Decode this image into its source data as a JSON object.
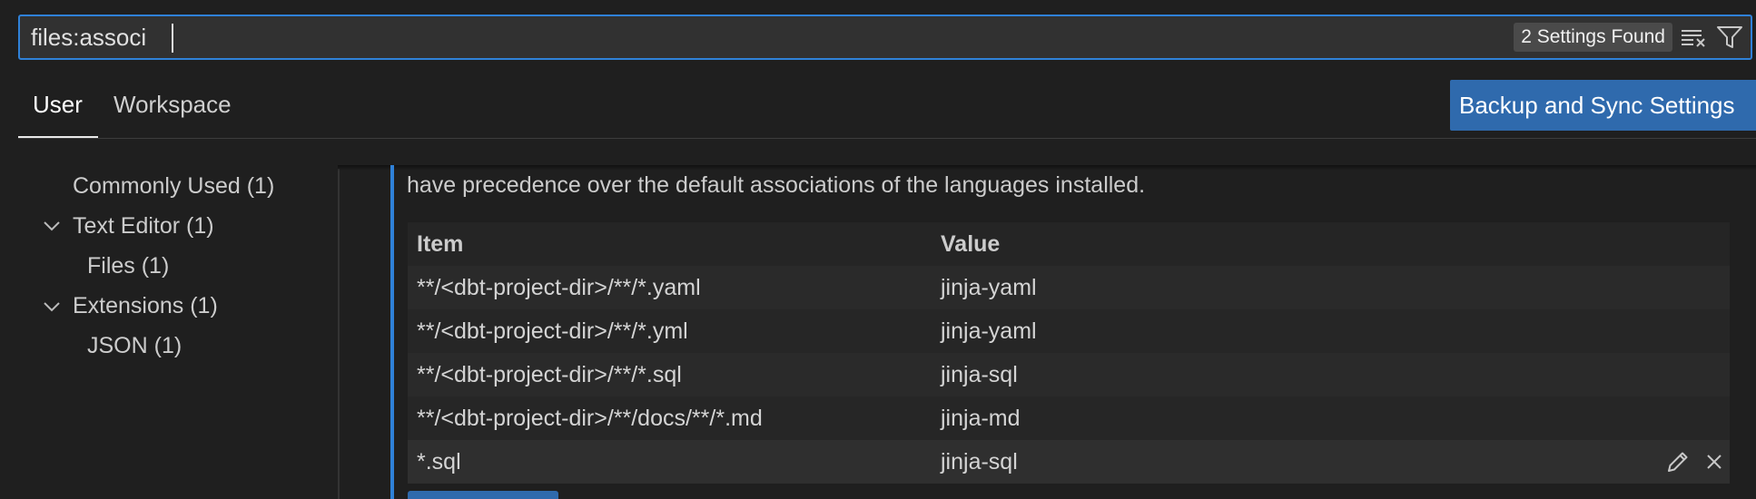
{
  "search": {
    "value": "files:associ",
    "results_badge": "2 Settings Found",
    "clear_icon": "clear-filter-icon",
    "filter_icon": "filter-icon"
  },
  "tabs": [
    {
      "label": "User",
      "active": true
    },
    {
      "label": "Workspace",
      "active": false
    }
  ],
  "sync_button": {
    "label": "Backup and Sync Settings"
  },
  "toc": {
    "items": [
      {
        "label": "Commonly Used (1)",
        "expandable": false
      },
      {
        "label": "Text Editor (1)",
        "expandable": true,
        "expanded": true
      },
      {
        "label": "Files (1)",
        "expandable": false
      },
      {
        "label": "Extensions (1)",
        "expandable": true,
        "expanded": true
      },
      {
        "label": "JSON (1)",
        "expandable": false
      }
    ]
  },
  "setting": {
    "description": "have precedence over the default associations of the languages installed.",
    "table": {
      "headers": {
        "item": "Item",
        "value": "Value"
      },
      "rows": [
        {
          "item": "**/<dbt-project-dir>/**/*.yaml",
          "value": "jinja-yaml"
        },
        {
          "item": "**/<dbt-project-dir>/**/*.yml",
          "value": "jinja-yaml"
        },
        {
          "item": "**/<dbt-project-dir>/**/*.sql",
          "value": "jinja-sql"
        },
        {
          "item": "**/<dbt-project-dir>/**/docs/**/*.md",
          "value": "jinja-md"
        },
        {
          "item": "*.sql",
          "value": "jinja-sql"
        }
      ]
    }
  },
  "colors": {
    "accent": "#2f81d8",
    "button": "#2f6aad",
    "background": "#1f1f1f"
  }
}
